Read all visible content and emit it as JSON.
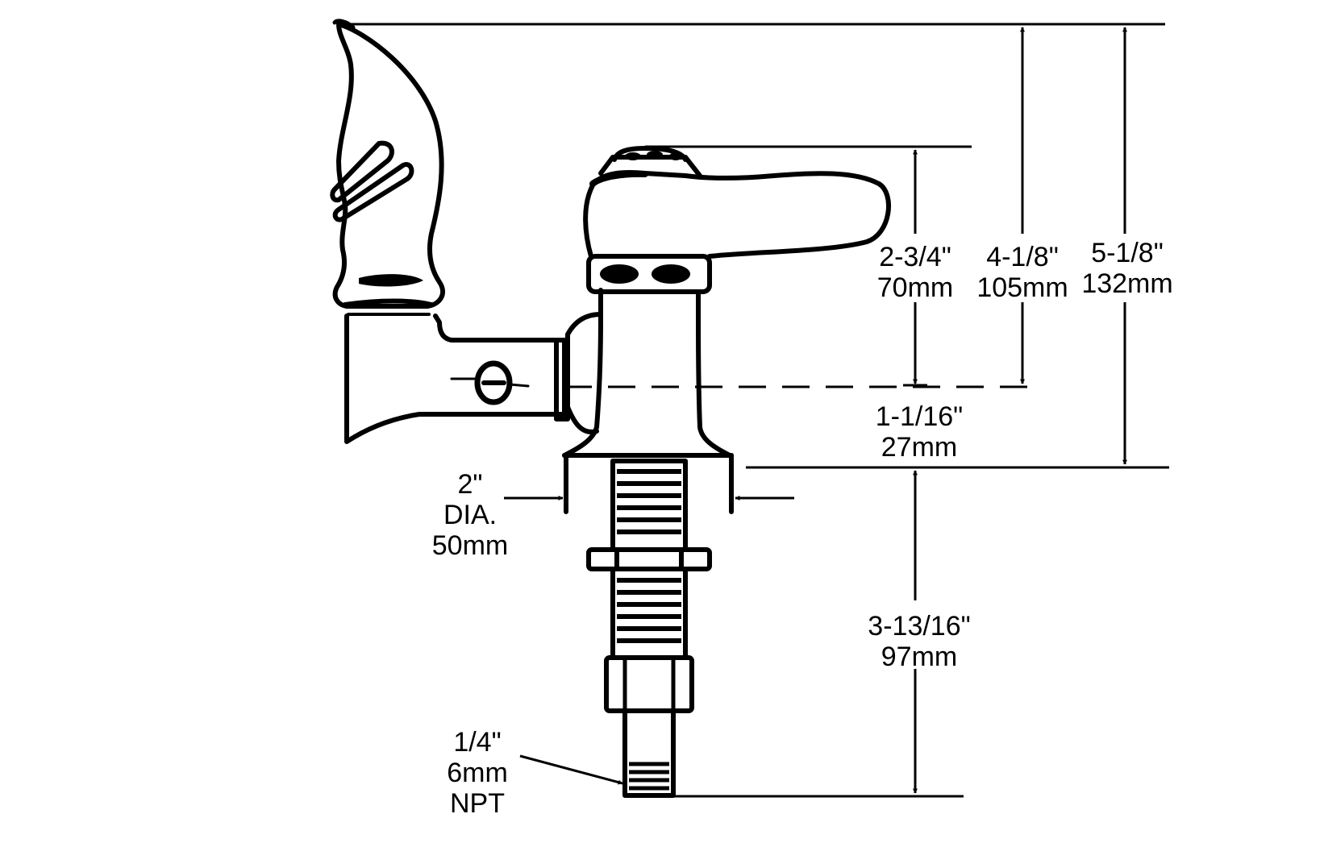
{
  "colors": {
    "ink": "#000000",
    "paper": "#ffffff"
  },
  "dimensions": {
    "spout_to_handle_top": {
      "imperial": "2-3/4\"",
      "metric": "70mm"
    },
    "spout_to_bubbler_top": {
      "imperial": "4-1/8\"",
      "metric": "105mm"
    },
    "overall_above_deck": {
      "imperial": "5-1/8\"",
      "metric": "132mm"
    },
    "spout_to_deck": {
      "imperial": "1-1/16\"",
      "metric": "27mm"
    },
    "shank_length": {
      "imperial": "3-13/16\"",
      "metric": "97mm"
    },
    "base_diameter": {
      "imperial": "2\"",
      "label": "DIA.",
      "metric": "50mm"
    },
    "inlet_thread": {
      "imperial": "1/4\"",
      "metric": "6mm",
      "label": "NPT"
    }
  }
}
